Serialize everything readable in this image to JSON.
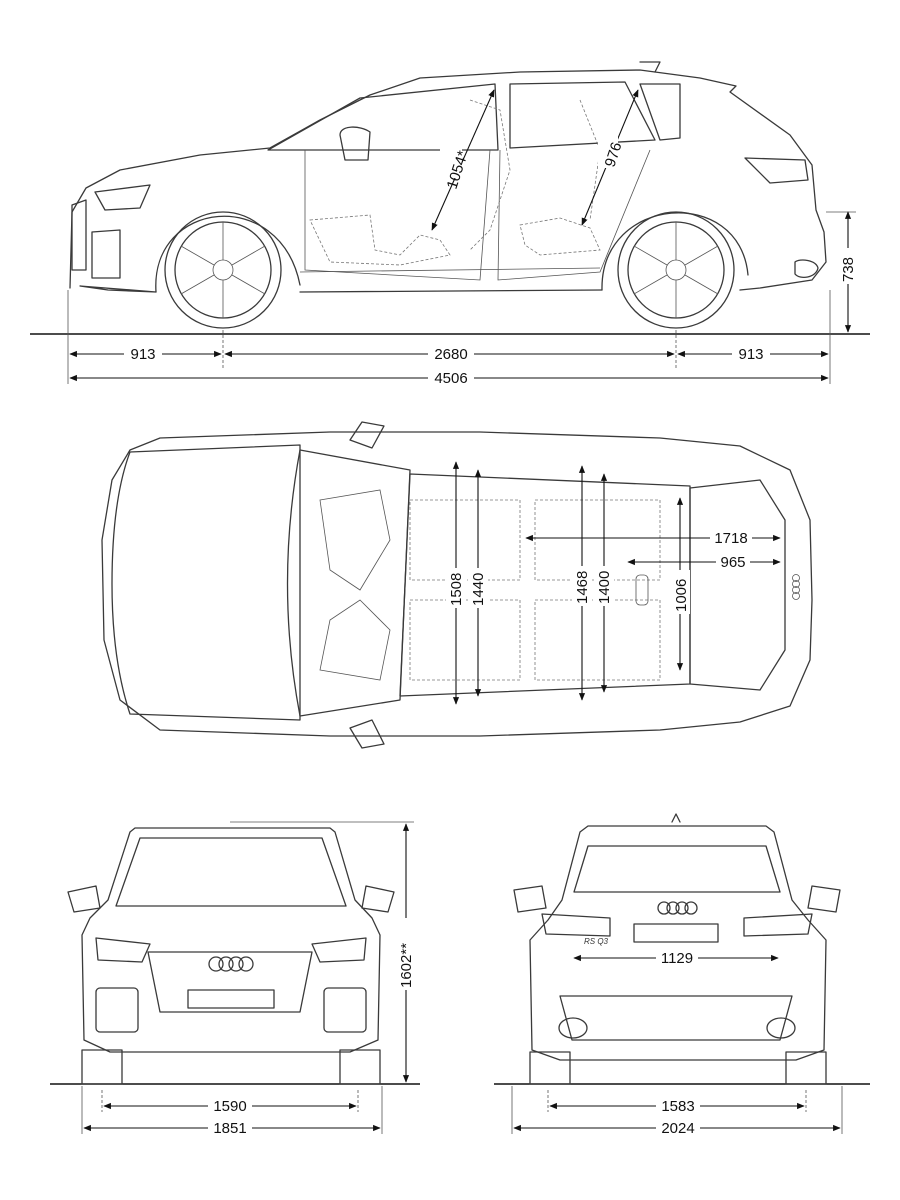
{
  "side_view": {
    "front_overhang": "913",
    "wheelbase": "2680",
    "rear_overhang": "913",
    "overall_length": "4506",
    "ground_clearance": "738",
    "front_headroom": "1054*",
    "rear_headroom": "976"
  },
  "top_view": {
    "front_shoulder_width": "1508",
    "front_elbow_width": "1440",
    "rear_shoulder_width": "1468",
    "rear_elbow_width": "1400",
    "load_width": "1006",
    "load_length_folded": "1718",
    "load_length": "965"
  },
  "front_view": {
    "height": "1602**",
    "front_track": "1590",
    "width": "1851"
  },
  "rear_view": {
    "load_sill_width": "1129",
    "rear_track": "1583",
    "width_with_mirrors": "2024"
  },
  "badge_text": "RS Q3"
}
